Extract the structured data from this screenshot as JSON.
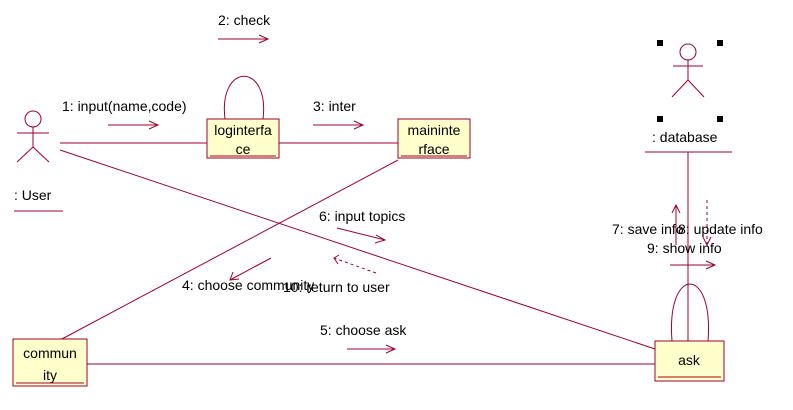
{
  "diagram": {
    "type": "collaboration-diagram",
    "colors": {
      "line": "#a0002e",
      "object_fill": "#ffffcc",
      "dash": "#a0002e",
      "text": "#000000",
      "handle": "#000000"
    },
    "actors": {
      "user": {
        "label": ": User",
        "icon": "stick-figure-actor"
      },
      "database": {
        "label": ": database",
        "icon": "stick-figure-actor",
        "selected": true
      }
    },
    "objects": {
      "loginterface": {
        "lines": [
          "loginterfa",
          "ce"
        ]
      },
      "maininterface": {
        "lines": [
          "maininte",
          "rface"
        ]
      },
      "community": {
        "lines": [
          "commun",
          "ity"
        ]
      },
      "ask": {
        "lines": [
          "ask"
        ]
      }
    },
    "messages": {
      "m1": "1: input(name,code)",
      "m2": "2: check",
      "m3": "3: inter",
      "m4": "4: choose community",
      "m5": "5: choose ask",
      "m6": "6: input topics",
      "m7": "7: save info",
      "m8": "8: update info",
      "m9": "9: show info",
      "m10": "10: return to user"
    }
  }
}
